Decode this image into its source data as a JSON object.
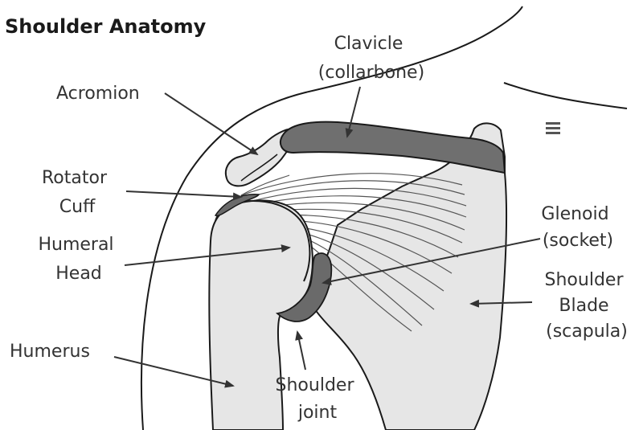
{
  "title": "Shoulder Anatomy",
  "labels": {
    "clavicle": [
      "Clavicle",
      "(collarbone)"
    ],
    "acromion": [
      "Acromion"
    ],
    "rotator_cuff": [
      "Rotator",
      "Cuff"
    ],
    "humeral_head": [
      "Humeral",
      "Head"
    ],
    "glenoid": [
      "Glenoid",
      "(socket)"
    ],
    "shoulder_blade": [
      "Shoulder",
      "Blade",
      "(scapula)"
    ],
    "humerus": [
      "Humerus"
    ],
    "shoulder_joint": [
      "Shoulder",
      "joint"
    ]
  },
  "colors": {
    "bone_fill": "#e6e6e6",
    "clavicle_fill": "#6f6f6f",
    "glenoid_fill": "#6a6a6a",
    "outline": "#1a1a1a",
    "text": "#333333"
  }
}
